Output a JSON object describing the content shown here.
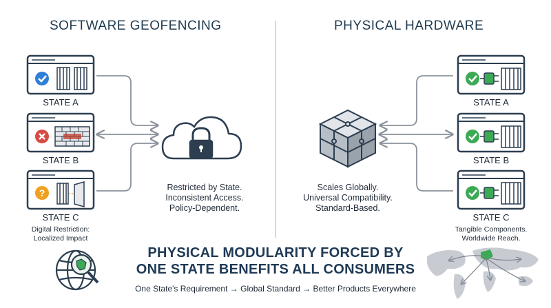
{
  "left": {
    "title": "SOFTWARE GEOFENCING",
    "states": [
      "STATE A",
      "STATE B",
      "STATE C"
    ],
    "description": [
      "Restricted by State.",
      "Inconsistent Access.",
      "Policy-Dependent."
    ],
    "footnote": [
      "Digital Restriction:",
      "Localized Impact"
    ]
  },
  "right": {
    "title": "PHYSICAL HARDWARE",
    "states": [
      "STATE A",
      "STATE B",
      "STATE C"
    ],
    "description": [
      "Scales Globally.",
      "Universal Compatibility.",
      "Standard-Based."
    ],
    "footnote": [
      "Tangible Components.",
      "Worldwide Reach."
    ]
  },
  "banner": {
    "line1": "PHYSICAL MODULARITY FORCED BY",
    "line2": "ONE STATE BENEFITS ALL CONSUMERS",
    "tagline": "One State's Requirement → Global Standard → Better Products Everywhere"
  },
  "colors": {
    "navy": "#2c3e50",
    "blue_check": "#2f7fd6",
    "red_x": "#d94a44",
    "orange_q": "#f0a020",
    "green_check": "#3caa55",
    "arrow_gray": "#8a929c"
  },
  "icons": [
    "check-icon",
    "x-icon",
    "question-icon",
    "lock-cloud-icon",
    "puzzle-cube-icon",
    "globe-magnifier-icon",
    "world-map-icon",
    "plug-icon",
    "gate-icon",
    "firewall-icon"
  ]
}
